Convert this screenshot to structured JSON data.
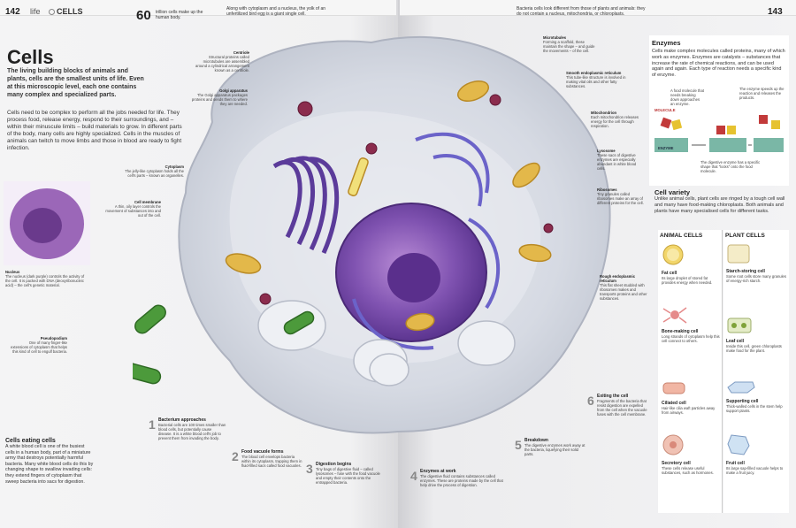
{
  "header": {
    "left_page_number": "142",
    "section_word": "life",
    "section_name": "CELLS",
    "right_page_number": "143"
  },
  "top_facts": {
    "fact1_number": "60",
    "fact1_text": "trillion cells make up the human body.",
    "fact2_text": "Along with cytoplasm and a nucleus, the yolk of an unfertilized bird egg is a giant single cell.",
    "fact3_text": "Bacteria cells look different from those of plants and animals: they do not contain a nucleus, mitochondria, or chloroplasts."
  },
  "intro": {
    "title": "Cells",
    "lead": "The living building blocks of animals and plants, cells are the smallest units of life. Even at this microscopic level, each one contains many complex and specialized parts.",
    "body": "Cells need to be complex to perform all the jobs needed for life. They process food, release energy, respond to their surroundings, and – within their minuscule limits – build materials to grow. In different parts of the body, many cells are highly specialized. Cells in the muscles of animals can twitch to move limbs and those in blood are ready to fight infection."
  },
  "labels": {
    "centriole": {
      "title": "Centriole",
      "text": "Structural proteins called microtubules are assembled around a cylindrical arrangement known as a centriole."
    },
    "golgi": {
      "title": "Golgi apparatus",
      "text": "The Golgi apparatus packages proteins and sends them to where they are needed."
    },
    "cytoplasm": {
      "title": "Cytoplasm",
      "text": "The jelly-like cytoplasm holds all the cell's parts – known as organelles."
    },
    "membrane": {
      "title": "Cell membrane",
      "text": "A thin, oily layer controls the movement of substances into and out of the cell."
    },
    "nucleus": {
      "title": "Nucleus",
      "text": "The nucleus (dark purple) controls the activity of the cell. It is packed with DNA (deoxyribonucleic acid) – the cell's genetic material."
    },
    "pseudopodium": {
      "title": "Pseudopodium",
      "text": "One of many finger-like extensions of cytoplasm that helps this kind of cell to engulf bacteria."
    },
    "microtubules": {
      "title": "Microtubules",
      "text": "Forming a scaffold, these maintain the shape – and guide the movements – of the cell."
    },
    "smooth_er": {
      "title": "Smooth endoplasmic reticulum",
      "text": "This tube-like structure is involved in making vital oils and other fatty substances."
    },
    "mitochondrion": {
      "title": "Mitochondrion",
      "text": "Each mitochondrion releases energy for the cell through respiration."
    },
    "lysosome": {
      "title": "Lysosome",
      "text": "These sacs of digestive enzymes are especially abundant in white blood cells."
    },
    "ribosomes": {
      "title": "Ribosomes",
      "text": "Tiny granules called ribosomes make an array of different proteins for the cell."
    },
    "rough_er": {
      "title": "Rough endoplasmic reticulum",
      "text": "This flat sheet studded with ribosomes makes and transports proteins and other substances."
    }
  },
  "eating": {
    "title": "Cells eating cells",
    "text": "A white blood cell is one of the busiest cells in a human body, part of a miniature army that destroys potentially harmful bacteria. Many white blood cells do this by changing shape to swallow invading cells: they extend fingers of cytoplasm that sweep bacteria into sacs for digestion.",
    "steps": [
      {
        "num": "1",
        "title": "Bacterium approaches",
        "text": "Bacterial cells are 100 times smaller than blood cells, but potentially cause disease. It is a white blood cell's job to prevent them from invading the body."
      },
      {
        "num": "2",
        "title": "Food vacuole forms",
        "text": "The blood cell envelops bacteria within its cytoplasm, trapping them in fluid-filled sacs called food vacuoles."
      },
      {
        "num": "3",
        "title": "Digestion begins",
        "text": "Tiny bags of digestive fluid – called lysosomes – fuse with the food vacuole and empty their contents onto the entrapped bacteria."
      },
      {
        "num": "4",
        "title": "Enzymes at work",
        "text": "The digestive fluid contains substances called enzymes. These are proteins made by the cell that help drive the process of digestion."
      },
      {
        "num": "5",
        "title": "Breakdown",
        "text": "The digestive enzymes work away at the bacteria, liquefying their solid parts."
      },
      {
        "num": "6",
        "title": "Exiting the cell",
        "text": "Fragments of the bacteria that resist digestion are expelled from the cell when the vacuole fuses with the cell membrane."
      }
    ]
  },
  "enzymes": {
    "title": "Enzymes",
    "text": "Cells make complex molecules called proteins, many of which work as enzymes. Enzymes are catalysts – substances that increase the rate of chemical reactions, and can be used again and again. Each type of reaction needs a specific kind of enzyme.",
    "note1": "A food molecule that needs breaking down approaches an enzyme.",
    "note2": "The enzyme speeds up the reaction and releases the products.",
    "note3": "The digestive enzyme has a specific shape that \"locks\" onto the food molecule.",
    "tag_molecule": "MOLECULE",
    "tag_enzyme": "ENZYME"
  },
  "variety": {
    "title": "Cell variety",
    "text": "Unlike animal cells, plant cells are ringed by a tough cell wall and many have food-making chloroplasts. Both animals and plants have many specialised cells for different tasks.",
    "animal_heading": "ANIMAL CELLS",
    "plant_heading": "PLANT CELLS",
    "animal": [
      {
        "title": "Fat cell",
        "text": "Its large droplet of stored fat provides energy when needed.",
        "icon": "fat-cell-icon"
      },
      {
        "title": "Bone-making cell",
        "text": "Long strands of cytoplasm help this cell connect to others.",
        "icon": "bone-cell-icon"
      },
      {
        "title": "Ciliated cell",
        "text": "Hair-like cilia waft particles away from airways.",
        "icon": "ciliated-cell-icon"
      },
      {
        "title": "Secretory cell",
        "text": "These cells release useful substances, such as hormones.",
        "icon": "secretory-cell-icon"
      }
    ],
    "plant": [
      {
        "title": "Starch-storing cell",
        "text": "Some root cells store many granules of energy-rich starch.",
        "icon": "starch-cell-icon"
      },
      {
        "title": "Leaf cell",
        "text": "Inside this cell, green chloroplasts make food for the plant.",
        "icon": "leaf-cell-icon"
      },
      {
        "title": "Supporting cell",
        "text": "Thick-walled cells in the stem help support plants.",
        "icon": "supporting-cell-icon"
      },
      {
        "title": "Fruit cell",
        "text": "Its large sap-filled vacuole helps to make a fruit juicy.",
        "icon": "fruit-cell-icon"
      }
    ]
  }
}
